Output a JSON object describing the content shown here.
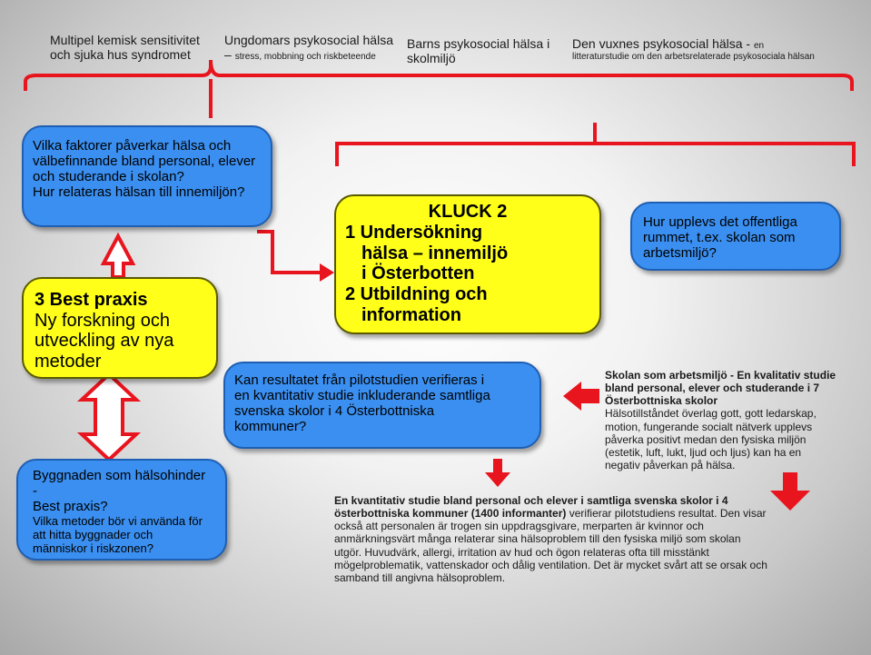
{
  "header": {
    "item1": {
      "line1": "Multipel kemisk sensitivitet",
      "line2": "och sjuka hus syndromet"
    },
    "item2": {
      "line1": "Ungdomars psykosocial hälsa",
      "line2_main": "– ",
      "line2_small": "stress, mobbning och riskbeteende"
    },
    "item3": {
      "line1": "Barns psykosocial hälsa i",
      "line2": "skolmiljö"
    },
    "item4": {
      "line1_main": "Den vuxnes psykosocial hälsa  - ",
      "line1_small": "en",
      "line2": "litteraturstudie om den arbetsrelaterade psykosociala hälsan"
    }
  },
  "box_top_left": {
    "lines": [
      "Vilka faktorer påverkar hälsa och",
      "välbefinnande bland personal, elever",
      "och studerande i skolan?",
      "Hur relateras hälsan till innemiljön?"
    ]
  },
  "box_best_praxis": {
    "lines": [
      "3  Best praxis",
      "Ny forskning och",
      "utveckling av  nya",
      "metoder"
    ]
  },
  "box_building": {
    "lines_big": [
      "Byggnaden som hälsohinder",
      "-",
      "Best praxis?"
    ],
    "lines_small": [
      "Vilka metoder bör vi använda för",
      "att hitta byggnader  och",
      "människor i riskzonen?"
    ]
  },
  "box_kluck": {
    "title": "KLUCK 2",
    "lines": [
      "1 Undersökning",
      "hälsa – innemiljö",
      "i Österbotten",
      "2 Utbildning och",
      "information"
    ]
  },
  "box_pilot": {
    "lines": [
      "Kan resultatet från pilotstudien verifieras i",
      "en kvantitativ studie inkluderande samtliga",
      "svenska skolor i  4 Österbottniska",
      "kommuner?"
    ]
  },
  "box_public": {
    "lines": [
      "Hur upplevs  det offentliga",
      "rummet, t.ex. skolan som",
      "arbetsmiljö?"
    ]
  },
  "text_skolan": {
    "bold_lines": [
      "Skolan som arbetsmiljö - En kvalitativ studie",
      "bland personal, elever och studerande i 7",
      "Österbottniska skolor"
    ],
    "lines": [
      "Hälsotillståndet överlag gott, gott ledarskap,",
      "motion, fungerande socialt nätverk upplevs",
      "påverka positivt medan den fysiska miljön",
      "(estetik, luft, lukt, ljud och ljus) kan ha  en",
      "negativ påverkan på hälsa."
    ]
  },
  "text_bottom": {
    "bold_lines": [
      "En kvantitativ studie bland personal och elever i samtliga svenska skolor i 4",
      "österbottniska kommuner  (1400 informanter)"
    ],
    "line2_rest": " verifierar pilotstudiens resultat.  Den visar",
    "lines": [
      "också att personalen  är trogen sin uppdragsgivare, merparten är kvinnor och",
      "anmärkningsvärt många relaterar sina hälsoproblem till  den fysiska miljö som skolan",
      "utgör.  Huvudvärk, allergi, irritation av hud och ögon relateras ofta till  misstänkt",
      "mögelproblematik, vattenskador och dålig ventilation. Det är mycket svårt att  se orsak och",
      "samband till angivna hälsoproblem."
    ]
  },
  "colors": {
    "blue_box": "#3a8ff0",
    "yellow_box": "#ffff1a",
    "arrow_red": "#e8141e",
    "background": "#ececec"
  }
}
